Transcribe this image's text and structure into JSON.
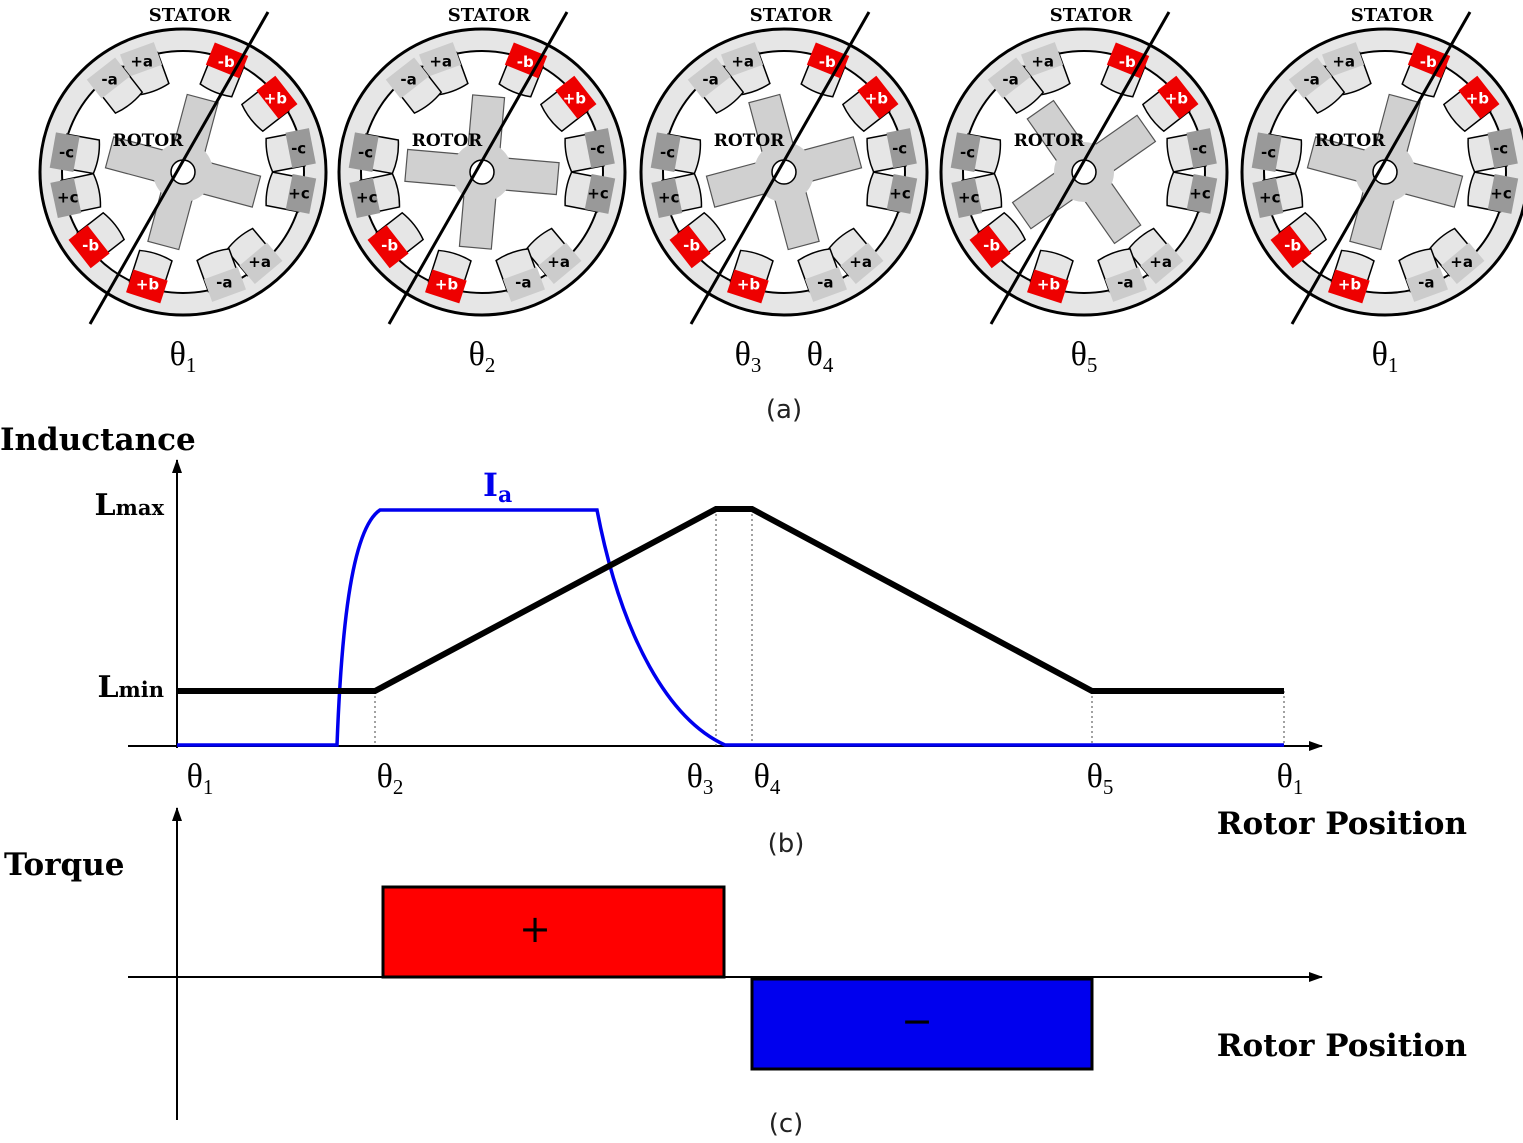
{
  "colors": {
    "background": "#ffffff",
    "stator": "#e6e6e6",
    "rotor": "#d0d0d0",
    "phase_a": "#cccccc",
    "phase_b": "#ee0000",
    "phase_c": "#999999",
    "inductance": "#000000",
    "current": "#0000ee",
    "torque_positive": "#ff0000",
    "torque_negative": "#0000ee"
  },
  "panel_a": {
    "caption": "(a)",
    "motors": [
      {
        "stator_label": "STATOR",
        "rotor_label": "ROTOR",
        "rotor_angle_deg": 0,
        "positions": [
          "θ1"
        ]
      },
      {
        "stator_label": "STATOR",
        "rotor_label": "ROTOR",
        "rotor_angle_deg": -10,
        "positions": [
          "θ2"
        ]
      },
      {
        "stator_label": "STATOR",
        "rotor_label": "ROTOR",
        "rotor_angle_deg": -30,
        "positions": [
          "θ3",
          "θ4"
        ]
      },
      {
        "stator_label": "STATOR",
        "rotor_label": "ROTOR",
        "rotor_angle_deg": -50,
        "positions": [
          "θ5"
        ]
      },
      {
        "stator_label": "STATOR",
        "rotor_label": "ROTOR",
        "rotor_angle_deg": 0,
        "positions": [
          "θ1"
        ]
      }
    ],
    "poles": [
      {
        "label": "+a",
        "phase": "a"
      },
      {
        "label": "-b",
        "phase": "b"
      },
      {
        "label": "+b",
        "phase": "b"
      },
      {
        "label": "-c",
        "phase": "c"
      },
      {
        "label": "+c",
        "phase": "c"
      },
      {
        "label": "+a",
        "phase": "a"
      },
      {
        "label": "-a",
        "phase": "a"
      },
      {
        "label": "+b",
        "phase": "b"
      },
      {
        "label": "-b",
        "phase": "b"
      },
      {
        "label": "+c",
        "phase": "c"
      },
      {
        "label": "-c",
        "phase": "c"
      },
      {
        "label": "-a",
        "phase": "a"
      }
    ]
  },
  "chart_data": [
    {
      "type": "line",
      "caption": "(b)",
      "ylabel": "Inductance",
      "xlabel": "Rotor Position",
      "y_ticks": [
        "Lmax",
        "Lmin"
      ],
      "x_ticks": [
        "θ1",
        "θ2",
        "θ3",
        "θ4",
        "θ5",
        "θ1"
      ],
      "series": [
        {
          "name": "Ia",
          "kind": "current",
          "points": [
            [
              "θ1",
              "0"
            ],
            [
              "before θ2",
              "0"
            ],
            [
              "θ2",
              "max"
            ],
            [
              "before θ3",
              "max"
            ],
            [
              "θ3",
              "0"
            ],
            [
              "θ1",
              "0"
            ]
          ]
        },
        {
          "name": "",
          "kind": "inductance",
          "points": [
            [
              "θ1",
              "Lmin"
            ],
            [
              "θ2",
              "Lmin"
            ],
            [
              "θ3",
              "Lmax"
            ],
            [
              "θ4",
              "Lmax"
            ],
            [
              "θ5",
              "Lmin"
            ],
            [
              "θ1",
              "Lmin"
            ]
          ]
        }
      ]
    },
    {
      "type": "bar",
      "caption": "(c)",
      "ylabel": "Torque",
      "xlabel": "Rotor Position",
      "regions": [
        {
          "label": "+",
          "from": "θ2",
          "to": "θ3",
          "sign": "positive"
        },
        {
          "label": "−",
          "from": "θ4",
          "to": "θ5",
          "sign": "negative"
        }
      ]
    }
  ]
}
